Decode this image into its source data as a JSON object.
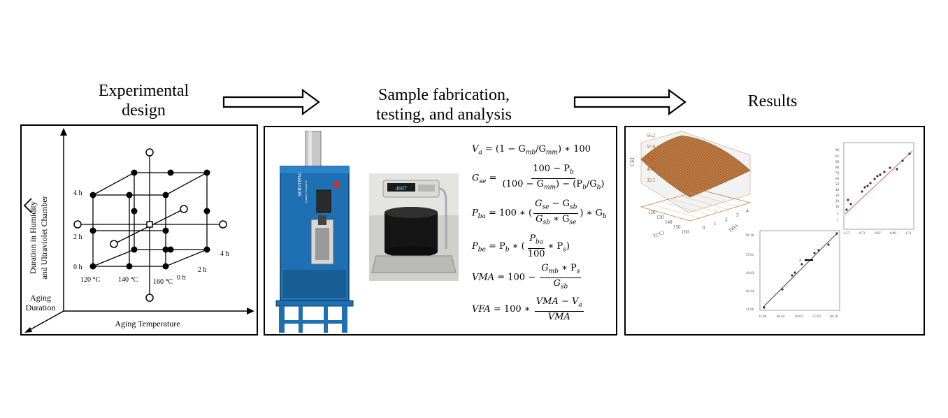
{
  "stages": [
    {
      "title_line1": "Experimental",
      "title_line2": "design"
    },
    {
      "title_line1": "Sample fabrication,",
      "title_line2": "testing, and analysis"
    },
    {
      "title_line1": "Results"
    }
  ],
  "design_panel": {
    "y_axis_label_line1": "Duration in Humidity",
    "y_axis_label_line2": "and Ultraviolet Chamber",
    "z_axis_label_line1": "Aging",
    "z_axis_label_line2": "Duration",
    "x_axis_label": "Aging Temperature",
    "y_ticks": [
      "0 h",
      "2 h",
      "4 h"
    ],
    "x_ticks": [
      "120 °C",
      "140 °C",
      "160 °C"
    ],
    "z_ticks": [
      "0 h",
      "2 h",
      "4 h"
    ]
  },
  "testing_panel": {
    "machine_brand": "SERVOPAC",
    "machine_subtitle": "Gyratory Compactor",
    "scale_display": "4607",
    "equations": {
      "va": {
        "lhs": "V",
        "lhs_sub": "a",
        "rhs": "= (1 − G",
        "s1": "mb",
        "m1": "/G",
        "s2": "mm",
        "tail": ") ∗ 100"
      },
      "gse": {
        "lhs": "G",
        "lhs_sub": "se",
        "num": "100 − P",
        "num_sub": "b",
        "den": "(100 − G",
        "den_sub1": "mm",
        "den_mid": ") − (P",
        "den_sub2": "b",
        "den_mid2": "/G",
        "den_sub3": "b",
        "den_tail": ")"
      },
      "pba": {
        "lhs": "P",
        "lhs_sub": "ba",
        "pre": "= 100 ∗",
        "num": "G",
        "num_sub1": "se",
        "num_mid": " − G",
        "num_sub2": "sb",
        "den": "G",
        "den_sub1": "sb",
        "den_mid": " ∗ G",
        "den_sub2": "se",
        "tail": "∗ G",
        "tail_sub": "b"
      },
      "pbe": {
        "lhs": "P",
        "lhs_sub": "be",
        "pre": "= P",
        "pre_sub": "b",
        "mid": " ∗ (",
        "num": "P",
        "num_sub": "ba",
        "den": "100",
        "tail": "∗ P",
        "tail_sub": "s",
        "close": ")"
      },
      "vma": {
        "lhs": "VMA",
        "pre": "= 100 −",
        "num": "G",
        "num_sub": "mb",
        "num_tail": " ∗ P",
        "num_sub2": "s",
        "den": "G",
        "den_sub": "sb"
      },
      "vfa": {
        "lhs": "VFA",
        "pre": "= 100 ∗",
        "num": "VMA − V",
        "num_sub": "a",
        "den": "VMA"
      }
    }
  },
  "results_panel": {
    "surface_plot": {
      "z_label": "CEI",
      "z_ticks": [
        "66.2",
        "57.8",
        "49.3",
        "40.9",
        "32.5"
      ],
      "t_ticks": [
        "120",
        "130",
        "140",
        "150",
        "160"
      ],
      "t_label": "T(°C)",
      "d_ticks": [
        "0",
        "1",
        "2",
        "3",
        "4"
      ],
      "d_label": "D(h)"
    },
    "normal_plot": {
      "y_ticks": [
        "99",
        "95",
        "90",
        "80",
        "70",
        "60",
        "50",
        "40",
        "30",
        "20",
        "10",
        "5",
        "1"
      ],
      "x_ticks": [
        "-1.57",
        "-0.73",
        "0.07",
        "0.89",
        "1.71"
      ]
    },
    "pred_plot": {
      "y_ticks": [
        "66.10",
        "57.61",
        "49.03",
        "40.44",
        "31.86"
      ],
      "x_ticks": [
        "31.86",
        "40.44",
        "49.03",
        "57.61",
        "66.10"
      ],
      "marker": "2"
    }
  },
  "colors": {
    "machine_blue": "#1f6fb3",
    "surface_orange": "#b8743a",
    "fit_line_red": "#e07b7b"
  }
}
